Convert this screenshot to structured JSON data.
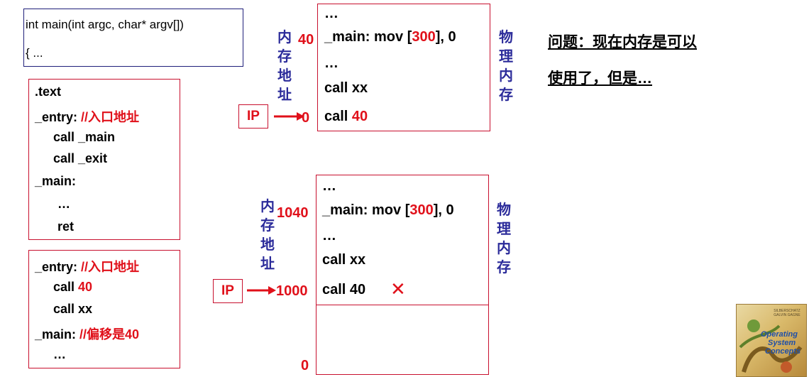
{
  "source": {
    "line1": "int main(int argc, char* argv[])",
    "line2": "{ ..."
  },
  "asm_top": {
    "l1": ".text",
    "l2a": "_entry: ",
    "l2b": "//入口地址",
    "l3": "call _main",
    "l4": "call _exit",
    "l5": "_main:",
    "l6": "…",
    "l7": "ret"
  },
  "asm_bottom": {
    "l1a": "_entry: ",
    "l1b": "//入口地址",
    "l2a": "call ",
    "l2b": "40",
    "l3": "call xx",
    "l4a": "_main: ",
    "l4b": "//偏移是40",
    "l5": "…"
  },
  "mem_top": {
    "label_addr": "内存地址",
    "label_phys": "物理内存",
    "addr_40": "40",
    "addr_0": "0",
    "ip": "IP",
    "r1": "…",
    "r2a": "_main: mov [",
    "r2b": "300",
    "r2c": "], 0",
    "r3": "…",
    "r4": "call xx",
    "r5a": "call ",
    "r5b": "40"
  },
  "mem_bottom": {
    "label_addr": "内存地址",
    "label_phys": "物理内存",
    "addr_1040": "1040",
    "addr_1000": "1000",
    "addr_0": "0",
    "ip": "IP",
    "r1": "…",
    "r2a": "_main: mov [",
    "r2b": "300",
    "r2c": "], 0",
    "r3": "…",
    "r4": "call xx",
    "r5": "call 40",
    "cross": "✕"
  },
  "question": {
    "line1": "问题：现在内存是可以",
    "line2": "使用了，但是…"
  },
  "book": {
    "title_line1": "Operating",
    "title_line2": "System",
    "title_line3": "Concepts",
    "authors": "SILBERSCHATZ GALVIN GAGNE"
  },
  "colors": {
    "red": "#e0101a",
    "navy": "#2b2b9a",
    "box_red": "#c8102e"
  }
}
